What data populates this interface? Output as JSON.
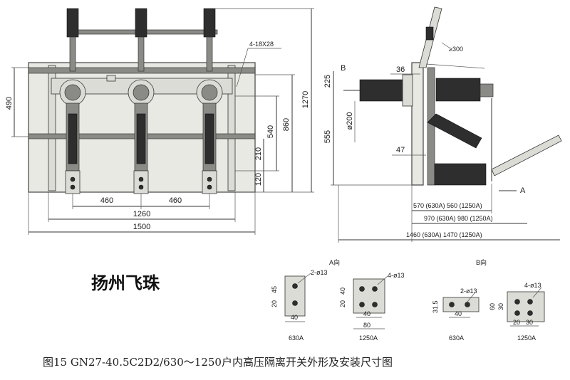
{
  "front_view": {
    "dim_490": "490",
    "dim_1270": "1270",
    "dim_860": "860",
    "dim_540": "540",
    "dim_210": "210",
    "dim_120": "120",
    "dim_460_left": "460",
    "dim_460_right": "460",
    "dim_1260": "1260",
    "dim_1500": "1500",
    "mounting_holes": "4-18X28"
  },
  "side_view": {
    "label_b": "B",
    "label_a": "A",
    "dim_300": "≥300",
    "dim_225": "225",
    "dim_36": "36",
    "dim_phi200": "ø200",
    "dim_555": "555",
    "dim_47": "47",
    "dim_570_560": "570 (630A) 560 (1250A)",
    "dim_970_980": "970 (630A) 980 (1250A)",
    "dim_1460_1470": "1460 (630A) 1470 (1250A)"
  },
  "detail_a": {
    "title": "A向",
    "left": {
      "holes": "2-ø13",
      "d45": "45",
      "d20": "20",
      "d40": "40",
      "rating": "630A"
    },
    "right": {
      "holes": "4-ø13",
      "d40": "40",
      "d20": "20",
      "d40b": "40",
      "d80": "80",
      "rating": "1250A"
    }
  },
  "detail_b": {
    "title": "B向",
    "left": {
      "holes": "2-ø13",
      "d315": "31.5",
      "d40": "40",
      "rating": "630A"
    },
    "right": {
      "holes": "4-ø13",
      "d60": "60",
      "d30": "30",
      "d20": "20",
      "d30b": "30",
      "rating": "1250A"
    }
  },
  "brand": "扬州飞珠",
  "caption": "图15  GN27-40.5C2D2/630～1250户内高压隔离开关外形及安装尺寸图"
}
